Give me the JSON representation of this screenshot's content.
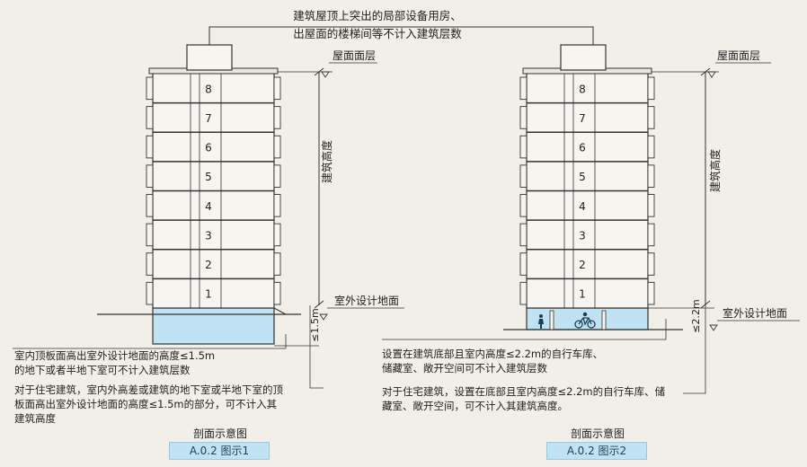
{
  "top_note": {
    "line1": "建筑屋顶上突出的局部设备用房、",
    "line2": "出屋面的楼梯间等不计入建筑层数"
  },
  "fig1": {
    "floors": [
      "1",
      "2",
      "3",
      "4",
      "5",
      "6",
      "7",
      "8"
    ],
    "roof_label": "屋面面层",
    "height_label": "建筑高度",
    "ground_label": "室外设计地面",
    "dim_label": "≤1.5m",
    "note1_line1": "室内顶板面高出室外设计地面的高度≤1.5m",
    "note1_line2": "的地下或者半地下室可不计入建筑层数",
    "note2_line1": "对于住宅建筑，室内外高差或建筑的地下室或半地下室的顶",
    "note2_line2": "板面高出室外设计地面的高度≤1.5m的部分，可不计入其",
    "note2_line3": "建筑高度",
    "caption": "剖面示意图",
    "label": "A.0.2 图示1"
  },
  "fig2": {
    "floors": [
      "1",
      "2",
      "3",
      "4",
      "5",
      "6",
      "7",
      "8"
    ],
    "roof_label": "屋面面层",
    "height_label": "建筑高度",
    "ground_label": "室外设计地面",
    "dim_label": "≤2.2m",
    "note1_line1": "设置在建筑底部且室内高度≤2.2m的自行车库、",
    "note1_line2": "储藏室、敞开空间可不计入建筑层数",
    "note2_line1": "对于住宅建筑，设置在底部且室内高度≤2.2m的自行车库、储",
    "note2_line2": "藏室、敞开空间，可不计入其建筑高度。",
    "caption": "剖面示意图",
    "label": "A.0.2 图示2"
  },
  "colors": {
    "basement_fill": "#bfe3f2",
    "line": "#333333",
    "background": "#f1efe8"
  },
  "icons": [
    "person-icon",
    "bicycle-icon"
  ]
}
